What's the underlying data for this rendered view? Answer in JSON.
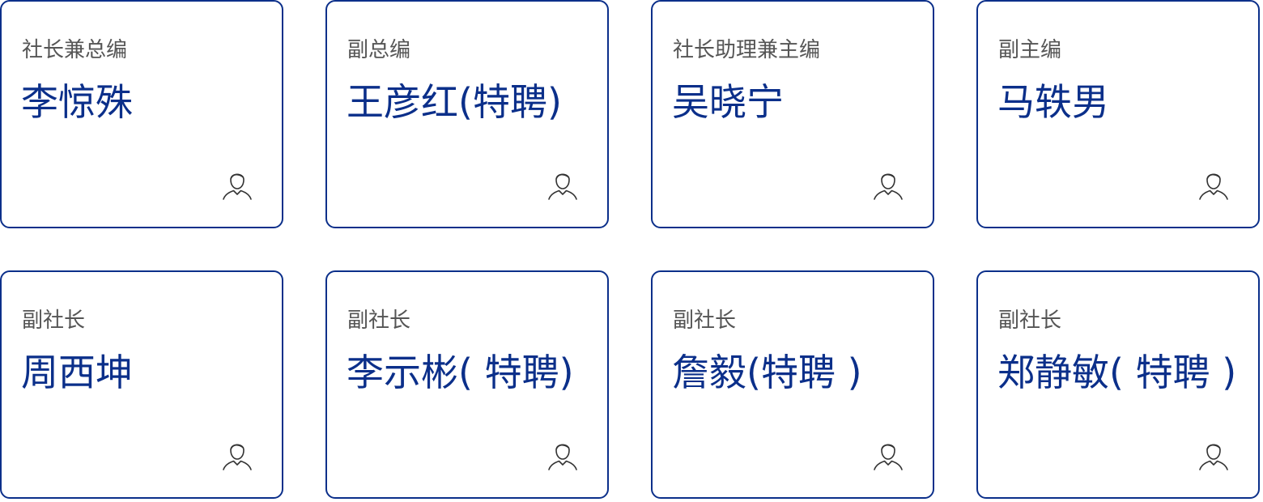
{
  "colors": {
    "accent": "#0b2f8a",
    "role_text": "#555555",
    "icon_stroke": "#333333",
    "background": "#ffffff"
  },
  "icons": {
    "person": "user-icon"
  },
  "cards": [
    {
      "role": "社长兼总编",
      "name": "李惊殊"
    },
    {
      "role": "副总编",
      "name": "王彦红(特聘)"
    },
    {
      "role": "社长助理兼主编",
      "name": "吴晓宁"
    },
    {
      "role": "副主编",
      "name": "马轶男"
    },
    {
      "role": "副社长",
      "name": "周西坤"
    },
    {
      "role": "副社长",
      "name": "李示彬( 特聘)"
    },
    {
      "role": "副社长",
      "name": "詹毅(特聘 )"
    },
    {
      "role": "副社长",
      "name": "郑静敏( 特聘 )"
    }
  ]
}
